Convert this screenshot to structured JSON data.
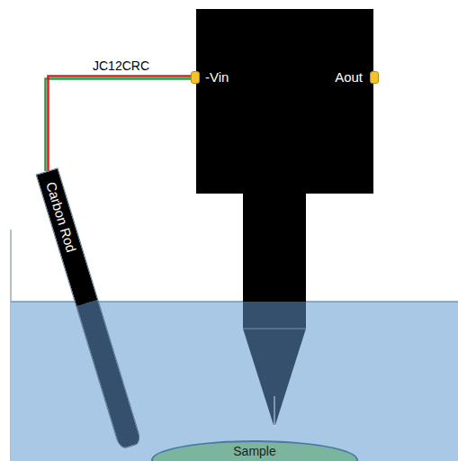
{
  "diagram": {
    "nodes": [
      {
        "text": [
          "-Vin",
          "Aout"
        ]
      },
      {
        "text": [
          "Carbon Rod"
        ]
      },
      {
        "text": [
          "Sample"
        ]
      }
    ],
    "edges": [
      {
        "from": 1,
        "to": 0,
        "label": "JC12CRC",
        "arrow": "none"
      }
    ]
  }
}
